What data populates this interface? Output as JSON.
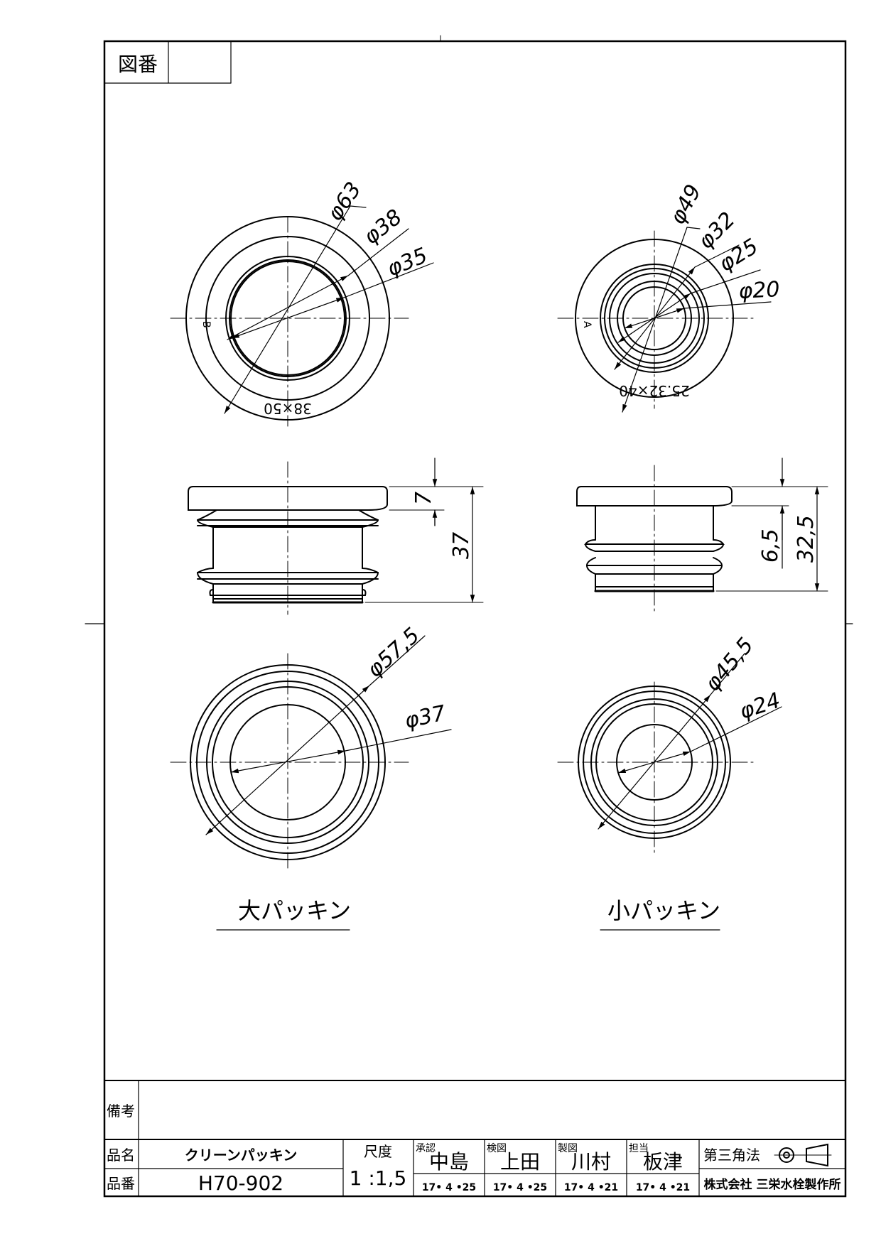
{
  "titleblock": {
    "drawing_no_label": "図番",
    "drawing_no_value": "",
    "remarks_label": "備考",
    "remarks_value": "",
    "name_label": "品名",
    "name_value": "クリーンパッキン",
    "number_label": "品番",
    "number_value": "H70-902",
    "scale_label": "尺度",
    "scale_value": "1 :1,5",
    "approve_label": "承認",
    "approve_name": "中島",
    "approve_date": "17• 4 •25",
    "check_label": "検図",
    "check_name": "上田",
    "check_date": "17• 4 •25",
    "draw_label": "製図",
    "draw_name": "川村",
    "draw_date": "17• 4 •21",
    "charge_label": "担当",
    "charge_name": "板津",
    "charge_date": "17• 4 •21",
    "projection_label": "第三角法",
    "company": "株式会社 三栄水栓製作所"
  },
  "parts": {
    "large_name": "大パッキン",
    "small_name": "小パッキン"
  },
  "dims": {
    "large_top": [
      "φ63",
      "φ38",
      "φ35"
    ],
    "large_engrave": "38×50",
    "large_mark": "B",
    "large_side": [
      "7",
      "37"
    ],
    "large_bottom": [
      "φ57,5",
      "φ37"
    ],
    "small_top": [
      "φ49",
      "φ32",
      "φ25",
      "φ20"
    ],
    "small_engrave": "25.32×40",
    "small_mark": "A",
    "small_side": [
      "6,5",
      "32,5"
    ],
    "small_bottom": [
      "φ45,5",
      "φ24"
    ]
  }
}
